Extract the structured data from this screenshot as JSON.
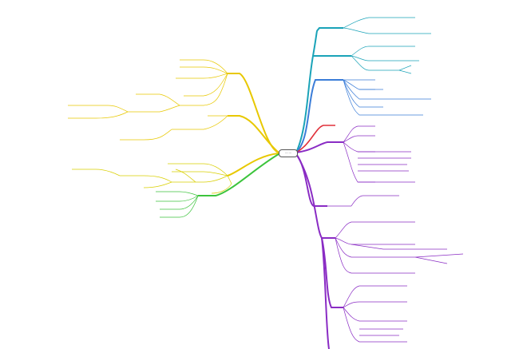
{
  "root": {
    "label": "·······",
    "color": "#555555"
  },
  "branches": [
    {
      "id": "teal",
      "color": "#1aa3b8",
      "label": ""
    },
    {
      "id": "blue",
      "color": "#3b7dd8",
      "label": ""
    },
    {
      "id": "red",
      "color": "#e0303a",
      "label": ""
    },
    {
      "id": "purple",
      "color": "#8a2cc4",
      "label": ""
    },
    {
      "id": "purple2",
      "color": "#8a2cc4",
      "label": ""
    },
    {
      "id": "purple3",
      "color": "#8a2cc4",
      "label": ""
    },
    {
      "id": "yellow",
      "color": "#e8c800",
      "label": ""
    },
    {
      "id": "yellow2",
      "color": "#d9cf00",
      "label": ""
    },
    {
      "id": "green",
      "color": "#3cc43c",
      "label": ""
    },
    {
      "id": "green2",
      "color": "#7ec850",
      "label": ""
    }
  ],
  "footer_note": ""
}
